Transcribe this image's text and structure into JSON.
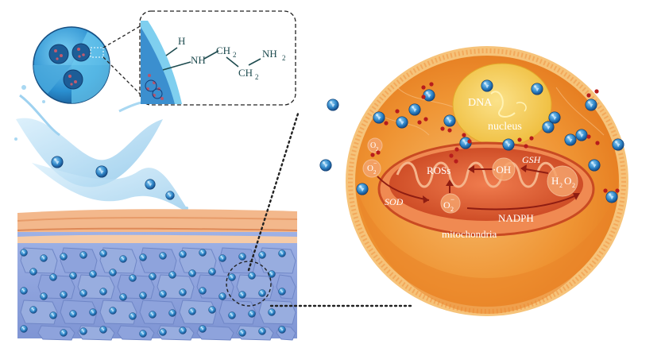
{
  "colors": {
    "nanoparticle": "#2f86c8",
    "cell_body": "#f0902e",
    "membrane": "#f6c37a",
    "mitochondria": "#d8532a",
    "nucleus": "#f6cf55",
    "tissue": "#7e97d6",
    "skin_top": "#f3b88c"
  },
  "icons": [
    "nanoparticle-icon",
    "ros-red-dot-icon",
    "water-splash-icon",
    "dna-strand-icon"
  ],
  "inset": {
    "atoms": {
      "h": "H",
      "nh": "NH",
      "ch2_a": "CH",
      "ch2_b": "CH",
      "nh2": "NH",
      "sub2": "2"
    }
  },
  "cell": {
    "dna": "DNA",
    "nucleus": "nucleus",
    "mitochondria": "mitochondria",
    "ros": "ROSs",
    "oh": "·OH",
    "gsh": "GSH",
    "h2o2_h": "H",
    "h2o2_o": "O",
    "sub2": "2",
    "sod": "SOD",
    "o2_base": "O",
    "o2_sub": "2",
    "o2_sup": "−",
    "nadph": "NADPH"
  }
}
